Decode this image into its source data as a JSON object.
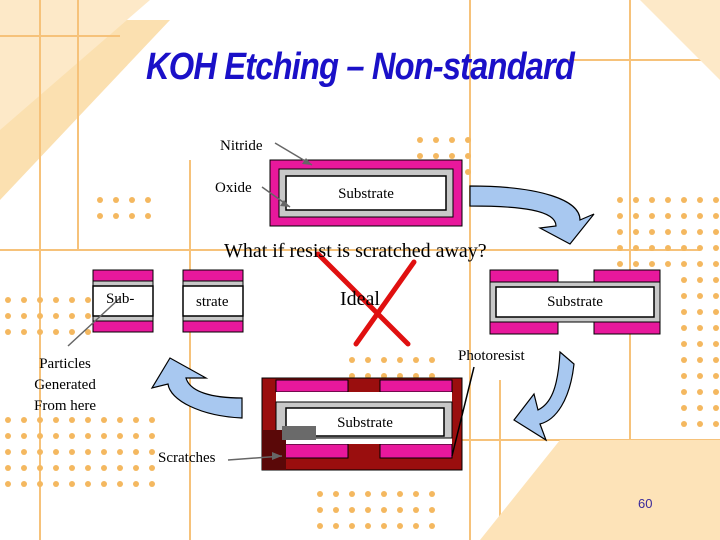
{
  "slide": {
    "title": "KOH Etching – Non-standard",
    "page_number": "60"
  },
  "labels": {
    "nitride": "Nitride",
    "oxide": "Oxide",
    "question": "What if resist is scratched away?",
    "sub": "Sub-",
    "strate": "strate",
    "ideal": "Ideal",
    "substrate_right": "Substrate",
    "substrate_top": "Substrate",
    "substrate_bottom": "Substrate",
    "photoresist": "Photoresist",
    "particles": "Particles\nGenerated\nFrom here",
    "scratches": "Scratches"
  },
  "colors": {
    "title": "#1a10c8",
    "nitride_pink": "#e8189c",
    "oxide_gray": "#c8c8c8",
    "photoresist_red": "#9a0e0e",
    "arrow_blue": "#a8c8f0",
    "cross_red": "#e01010",
    "background_orange": "#f8c878"
  }
}
